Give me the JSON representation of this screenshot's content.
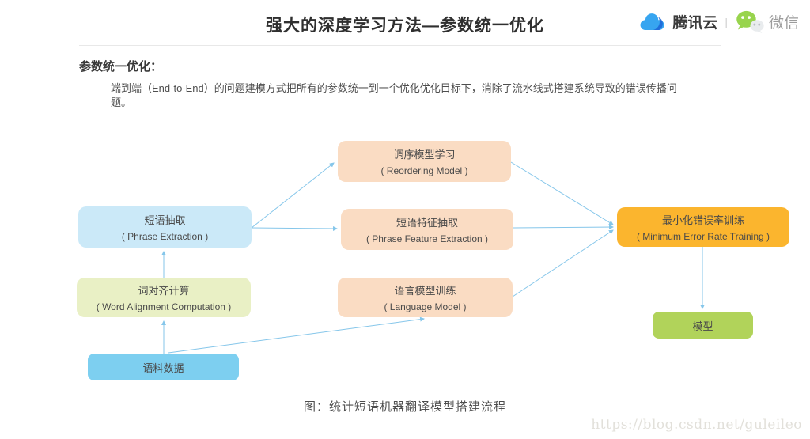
{
  "header": {
    "title": "强大的深度学习方法—参数统一优化",
    "brand": {
      "tencent_cloud": "腾讯云",
      "divider": "|",
      "wechat": "微信"
    }
  },
  "section": {
    "heading": "参数统一优化：",
    "body": "端到端（End-to-End）的问题建模方式把所有的参数统一到一个优化优化目标下，消除了流水线式搭建系统导致的错误传播问题。"
  },
  "diagram": {
    "caption": "图：统计短语机器翻译模型搭建流程",
    "arrow_color": "#85c6ea",
    "nodes": [
      {
        "id": "reordering-model",
        "title": "调序模型学习",
        "subtitle": "( Reordering Model )",
        "color": "#fadcc3"
      },
      {
        "id": "phrase-extraction",
        "title": "短语抽取",
        "subtitle": "( Phrase Extraction )",
        "color": "#cbe9f8"
      },
      {
        "id": "phrase-feature-extraction",
        "title": "短语特征抽取",
        "subtitle": "( Phrase Feature Extraction )",
        "color": "#fadcc3"
      },
      {
        "id": "min-error-rate-training",
        "title": "最小化错误率训练",
        "subtitle": "( Minimum Error Rate Training )",
        "color": "#fbb52e"
      },
      {
        "id": "word-alignment-computation",
        "title": "词对齐计算",
        "subtitle": "( Word Alignment Computation )",
        "color": "#e9f0c5"
      },
      {
        "id": "language-model-training",
        "title": "语言模型训练",
        "subtitle": "( Language Model )",
        "color": "#fadcc3"
      },
      {
        "id": "corpus-data",
        "title": "语料数据",
        "color": "#7dcff0"
      },
      {
        "id": "model",
        "title": "模型",
        "color": "#b1d35a"
      }
    ],
    "edges": [
      {
        "from": "语料数据",
        "to": "词对齐计算"
      },
      {
        "from": "语料数据",
        "to": "语言模型训练"
      },
      {
        "from": "词对齐计算",
        "to": "短语抽取"
      },
      {
        "from": "短语抽取",
        "to": "调序模型学习"
      },
      {
        "from": "短语抽取",
        "to": "短语特征抽取"
      },
      {
        "from": "调序模型学习",
        "to": "最小化错误率训练"
      },
      {
        "from": "短语特征抽取",
        "to": "最小化错误率训练"
      },
      {
        "from": "语言模型训练",
        "to": "最小化错误率训练"
      },
      {
        "from": "最小化错误率训练",
        "to": "模型"
      }
    ]
  },
  "watermark": "https://blog.csdn.net/guleileo"
}
